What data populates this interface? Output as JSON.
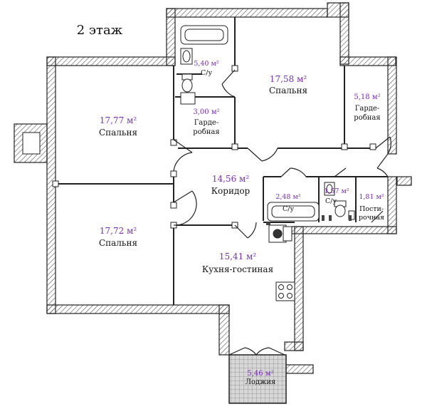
{
  "floor_label": "2 этаж",
  "rooms": {
    "bath1": {
      "area": "5,40 м²",
      "name": "С/у"
    },
    "dress1": {
      "area": "3,00 м²",
      "name1": "Гарде-",
      "name2": "робная"
    },
    "bedroom_top": {
      "area": "17,58 м²",
      "name": "Спальня"
    },
    "dress2": {
      "area": "5,18 м²",
      "name1": "Гарде-",
      "name2": "робная"
    },
    "bedroom_left1": {
      "area": "17,77 м²",
      "name": "Спальня"
    },
    "bedroom_left2": {
      "area": "17,72 м²",
      "name": "Спальня"
    },
    "corridor": {
      "area": "14,56 м²",
      "name": "Коридор"
    },
    "bath2": {
      "area": "2,48 м²",
      "name": "С/у"
    },
    "bath3": {
      "area": "1,57 м²",
      "name": "С/у"
    },
    "laundry": {
      "area": "1,81 м²",
      "name1": "Пости-",
      "name2": "рочная"
    },
    "kitchen": {
      "area": "15,41 м²",
      "name": "Кухня-гостиная"
    },
    "loggia": {
      "area": "5,46 м²",
      "name": "Лоджия"
    }
  },
  "colors": {
    "area_text": "#7a2fb5",
    "wall": "#222222",
    "hatch": "#444444"
  }
}
